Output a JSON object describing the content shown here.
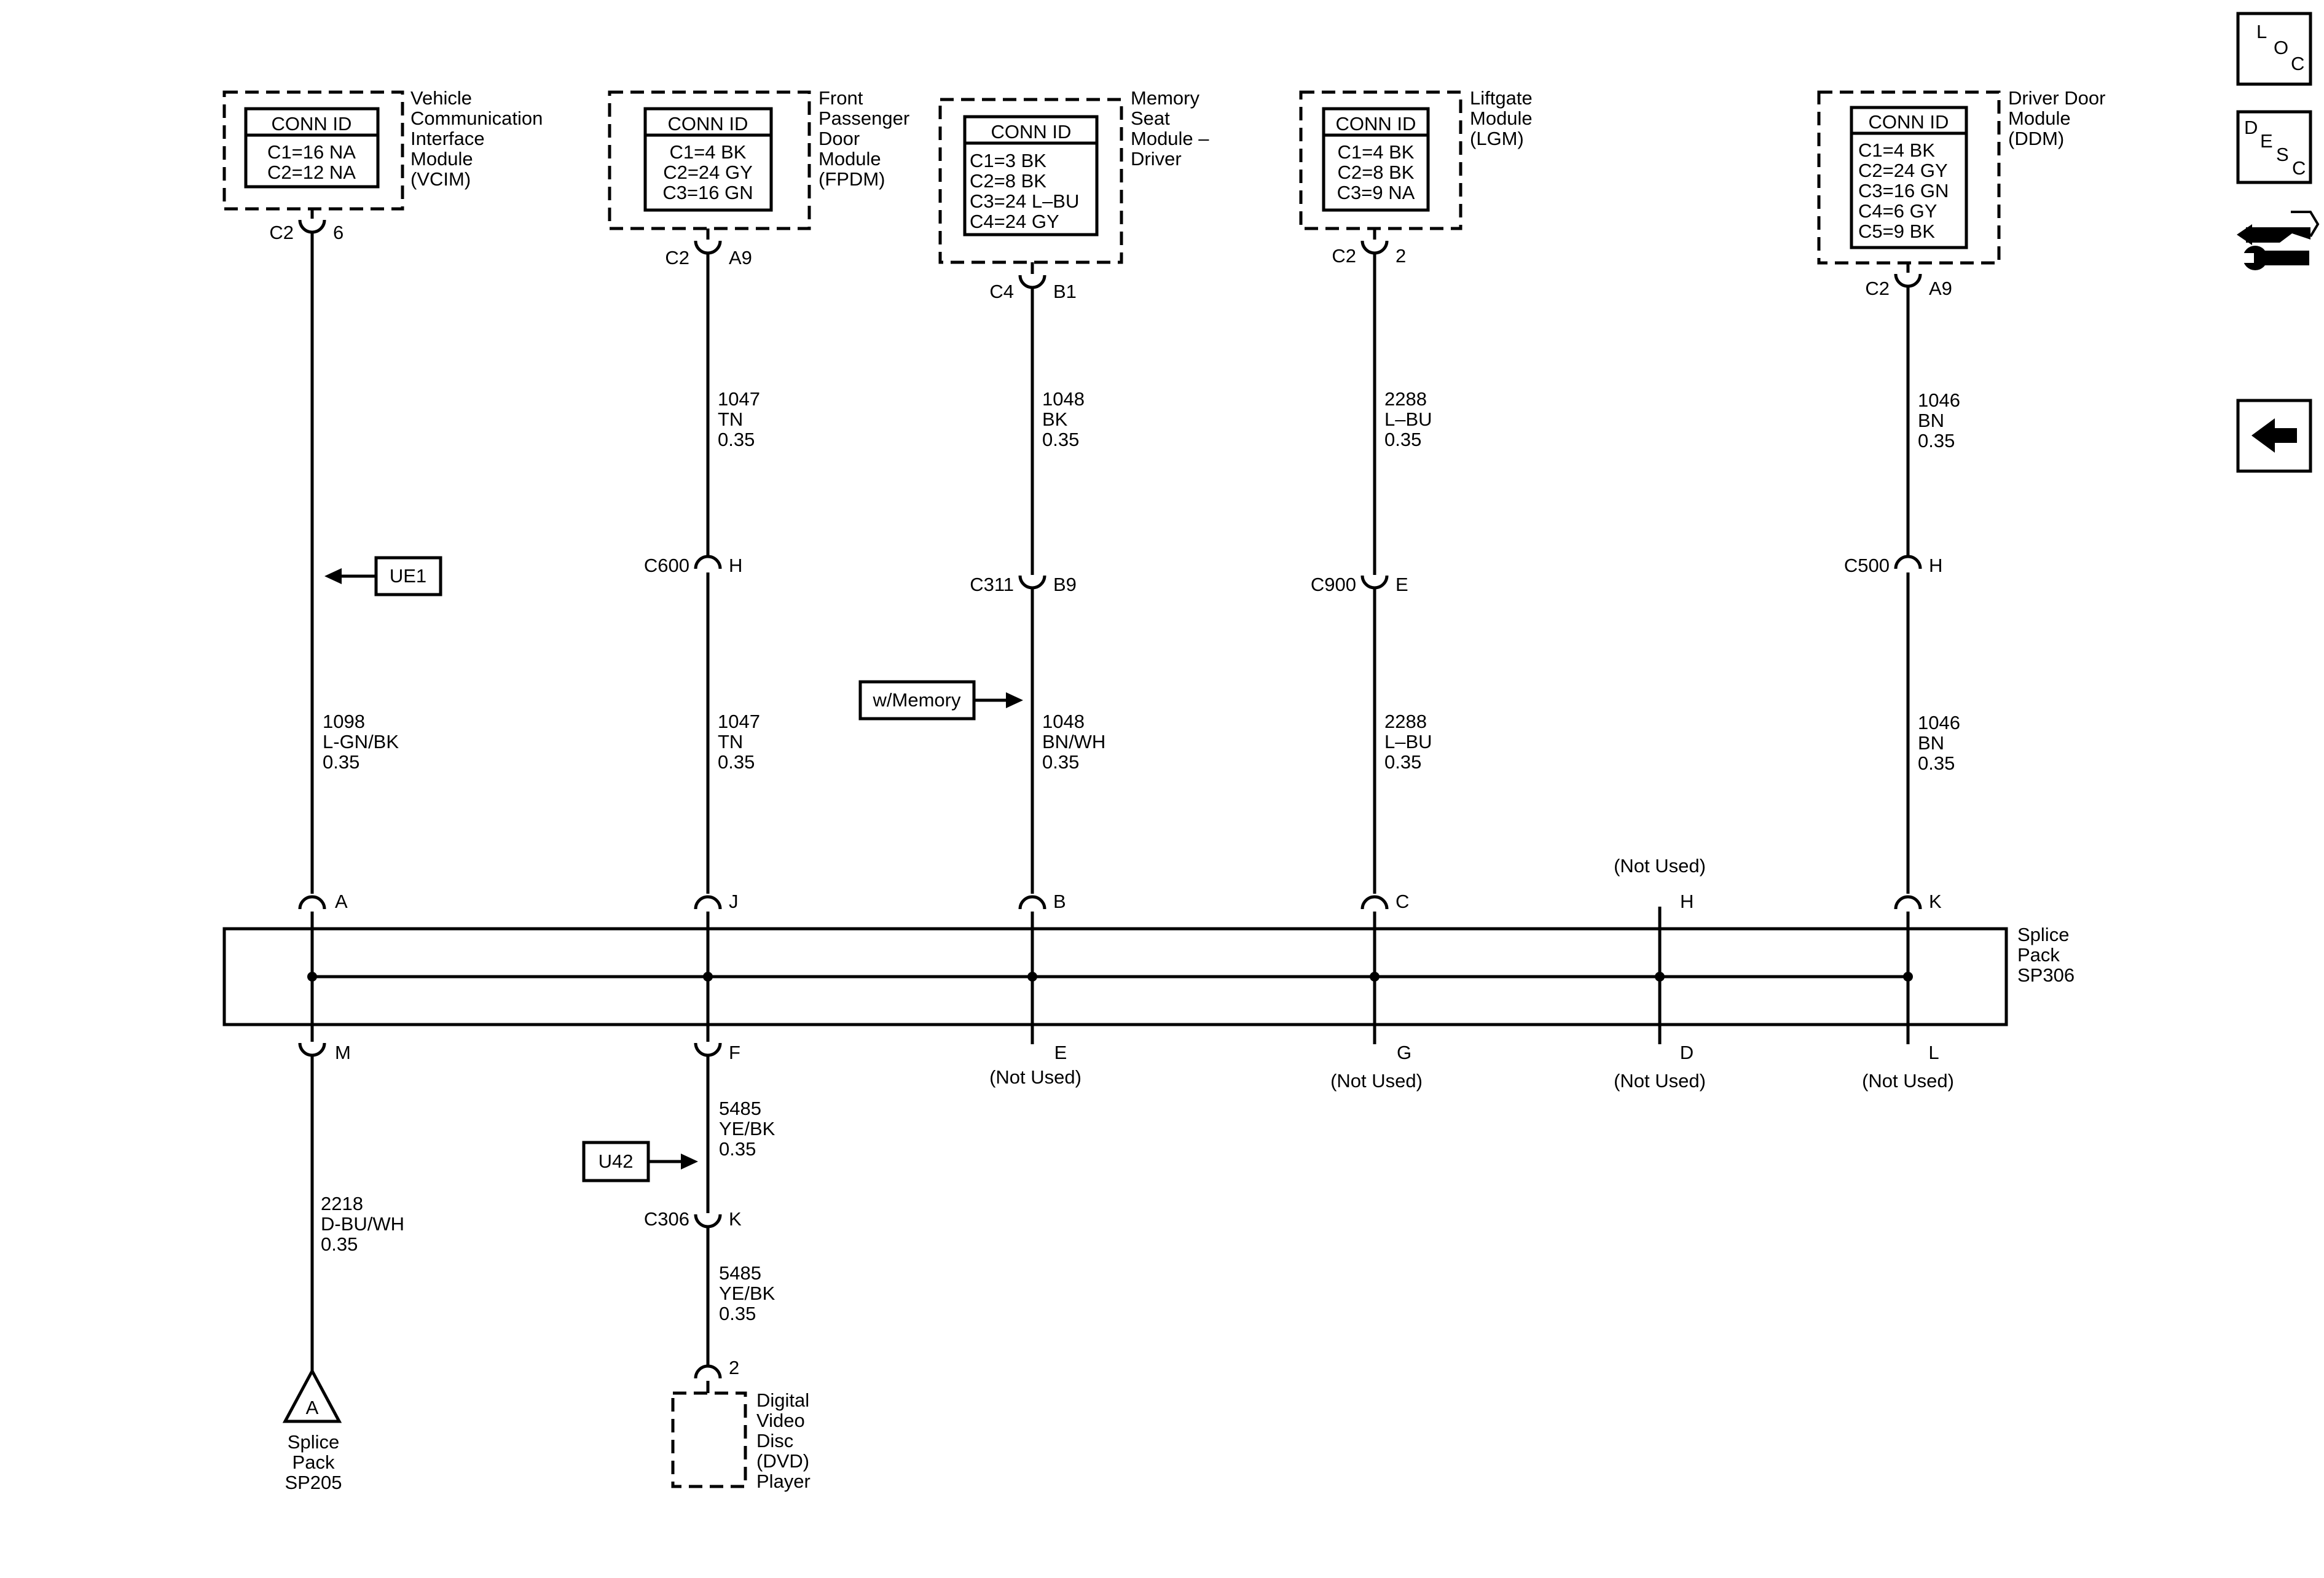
{
  "modules": {
    "vcim": {
      "conn_id": "CONN ID",
      "lines": [
        "C1=16 NA",
        "C2=12 NA"
      ],
      "label": [
        "Vehicle",
        "Communication",
        "Interface",
        "Module",
        "(VCIM)"
      ],
      "conn_left": "C2",
      "conn_right": "6",
      "wire_upper": [
        "1098",
        "L-GN/BK",
        "0.35"
      ],
      "flag": "UE1"
    },
    "fpdm": {
      "conn_id": "CONN ID",
      "lines": [
        "C1=4 BK",
        "C2=24 GY",
        "C3=16 GN"
      ],
      "label": [
        "Front",
        "Passenger",
        "Door",
        "Module",
        "(FPDM)"
      ],
      "conn_left": "C2",
      "conn_right": "A9",
      "wire_top": [
        "1047",
        "TN",
        "0.35"
      ],
      "inline_left": "C600",
      "inline_right": "H",
      "wire_mid": [
        "1047",
        "TN",
        "0.35"
      ]
    },
    "msm": {
      "conn_id": "CONN ID",
      "lines": [
        "C1=3 BK",
        "C2=8 BK",
        "C3=24 L–BU",
        "C4=24 GY"
      ],
      "label": [
        "Memory",
        "Seat",
        "Module –",
        "Driver"
      ],
      "conn_left": "C4",
      "conn_right": "B1",
      "wire_top": [
        "1048",
        "BK",
        "0.35"
      ],
      "inline_left": "C311",
      "inline_right": "B9",
      "wire_mid": [
        "1048",
        "BN/WH",
        "0.35"
      ],
      "flag": "w/Memory"
    },
    "lgm": {
      "conn_id": "CONN ID",
      "lines": [
        "C1=4 BK",
        "C2=8 BK",
        "C3=9 NA"
      ],
      "label": [
        "Liftgate",
        "Module",
        "(LGM)"
      ],
      "conn_left": "C2",
      "conn_right": "2",
      "wire_top": [
        "2288",
        "L–BU",
        "0.35"
      ],
      "inline_left": "C900",
      "inline_right": "E",
      "wire_mid": [
        "2288",
        "L–BU",
        "0.35"
      ]
    },
    "ddm": {
      "conn_id": "CONN ID",
      "lines": [
        "C1=4 BK",
        "C2=24 GY",
        "C3=16 GN",
        "C4=6 GY",
        "C5=9 BK"
      ],
      "label": [
        "Driver Door",
        "Module",
        "(DDM)"
      ],
      "conn_left": "C2",
      "conn_right": "A9",
      "wire_top": [
        "1046",
        "BN",
        "0.35"
      ],
      "inline_left": "C500",
      "inline_right": "H",
      "wire_mid": [
        "1046",
        "BN",
        "0.35"
      ]
    }
  },
  "splice": {
    "label": [
      "Splice",
      "Pack",
      "SP306"
    ],
    "pins_top": [
      "A",
      "J",
      "B",
      "C",
      "H",
      "K"
    ],
    "pins_bottom": [
      "M",
      "F",
      "E",
      "G",
      "D",
      "L"
    ],
    "not_used": "(Not Used)"
  },
  "lower": {
    "wire_m": [
      "2218",
      "D-BU/WH",
      "0.35"
    ],
    "offpage_letter": "A",
    "offpage_label": [
      "Splice",
      "Pack",
      "SP205"
    ],
    "wire_f": [
      "5485",
      "YE/BK",
      "0.35"
    ],
    "flag_f": "U42",
    "inline_left": "C306",
    "inline_right": "K",
    "wire_dvd": [
      "5485",
      "YE/BK",
      "0.35"
    ],
    "dvd_pin": "2",
    "dvd_label": [
      "Digital",
      "Video",
      "Disc",
      "(DVD)",
      "Player"
    ]
  },
  "nav": {
    "loc": [
      "L",
      "O",
      "C"
    ],
    "desc": [
      "D",
      "E",
      "S",
      "C"
    ],
    "connector_icon": "connector-wrench-icon",
    "back_icon": "back-arrow-icon"
  }
}
